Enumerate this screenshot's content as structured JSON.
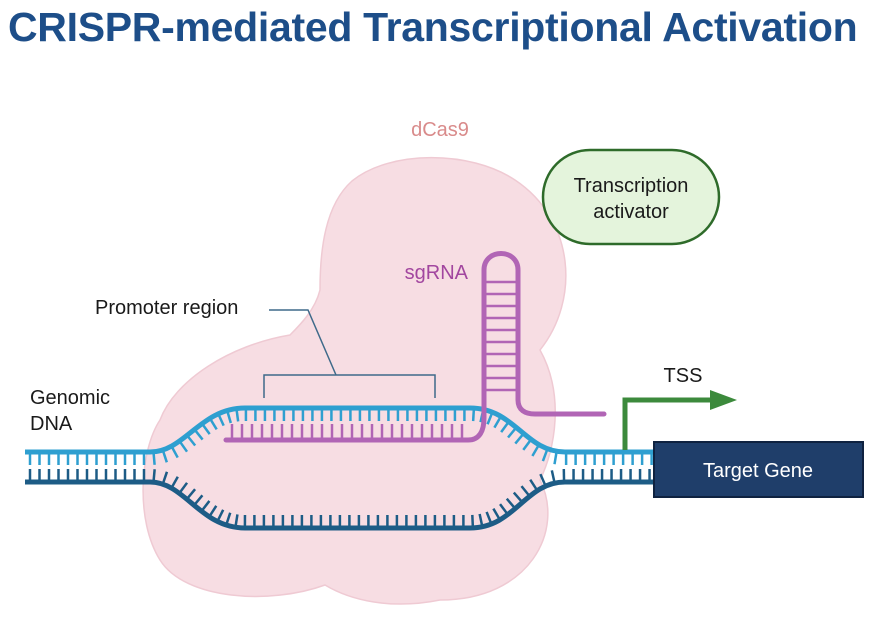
{
  "title": "CRISPR-mediated Transcriptional Activation",
  "labels": {
    "dcas9": "dCas9",
    "activator_line1": "Transcription",
    "activator_line2": "activator",
    "sgrna": "sgRNA",
    "promoter": "Promoter region",
    "genomic_line1": "Genomic",
    "genomic_line2": "DNA",
    "tss": "TSS",
    "target_gene": "Target Gene"
  },
  "colors": {
    "title": "#1d4e89",
    "dcas9_fill": "#f7dde3",
    "dcas9_label": "#d98b8b",
    "activator_fill": "#e4f4dc",
    "activator_stroke": "#2e6b2a",
    "sgrna": "#b165b5",
    "dna_top": "#2e9fd0",
    "dna_bottom": "#1d5c86",
    "tss_arrow": "#3c8a3c",
    "target_gene_fill": "#1f3e6a"
  }
}
